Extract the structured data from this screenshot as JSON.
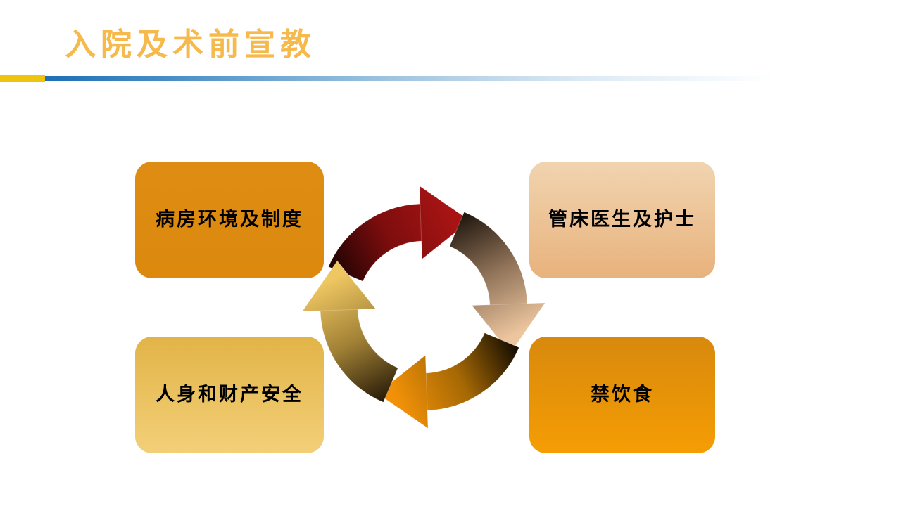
{
  "slide": {
    "title": {
      "text": "入院及术前宣教",
      "color": "#F6B94B"
    },
    "divider": {
      "accent": "#EFC411",
      "line_start": "#1E6FB5",
      "line_mids": [
        "#4D92C7",
        "#9FC4E0",
        "#DCEAF4"
      ],
      "line_end": "#FFFFFF"
    }
  },
  "diagram": {
    "type": "cycle",
    "boxes": [
      {
        "id": "top-left",
        "label": "病房环境及制度",
        "fill_top": "#DE8C13",
        "fill_bottom": "#DC890E",
        "text_color": "#000000"
      },
      {
        "id": "top-right",
        "label": "管床医生及护士",
        "fill_top": "#F1D4B0",
        "fill_bottom": "#E8B27C",
        "text_color": "#000000"
      },
      {
        "id": "bottom-left",
        "label": "人身和财产安全",
        "fill_top": "#E2B448",
        "fill_bottom": "#F3CF78",
        "text_color": "#000000"
      },
      {
        "id": "bottom-right",
        "label": "禁饮食",
        "fill_top": "#D8890D",
        "fill_bottom": "#F59D04",
        "text_color": "#000000"
      }
    ],
    "arrows": [
      {
        "id": "top",
        "position": "upper-left-to-right",
        "tail": "#1A0303",
        "mid": "#7E0D0D",
        "head": "#A81414"
      },
      {
        "id": "right",
        "position": "top-to-bottom",
        "tail": "#1C130B",
        "mid": "#8F7258",
        "head": "#EDC69F"
      },
      {
        "id": "bottom",
        "position": "right-to-left",
        "tail": "#0E0902",
        "mid": "#A56804",
        "head": "#F29108"
      },
      {
        "id": "left",
        "position": "bottom-to-top",
        "tail": "#241807",
        "mid": "#A08035",
        "head": "#EEC662"
      }
    ]
  }
}
